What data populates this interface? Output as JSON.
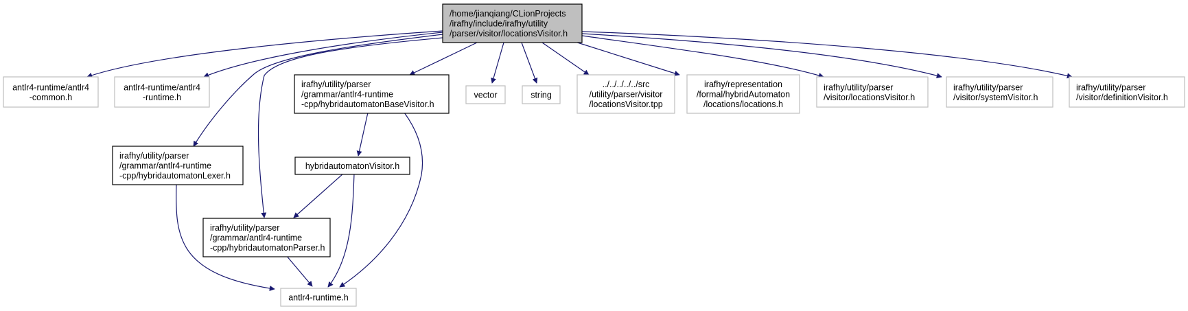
{
  "nodes": {
    "root": {
      "lines": [
        "/home/jianqiang/CLionProjects",
        "/irafhy/include/irafhy/utility",
        "/parser/visitor/locationsVisitor.h"
      ]
    },
    "antlr4_common": {
      "lines": [
        "antlr4-runtime/antlr4",
        "-common.h"
      ]
    },
    "antlr4_runtime_dir": {
      "lines": [
        "antlr4-runtime/antlr4",
        "-runtime.h"
      ]
    },
    "base_visitor": {
      "lines": [
        "irafhy/utility/parser",
        "/grammar/antlr4-runtime",
        "-cpp/hybridautomatonBaseVisitor.h"
      ]
    },
    "vector": {
      "lines": [
        "vector"
      ]
    },
    "string": {
      "lines": [
        "string"
      ]
    },
    "tpp": {
      "lines": [
        "../../../../../src",
        "/utility/parser/visitor",
        "/locationsVisitor.tpp"
      ]
    },
    "locations": {
      "lines": [
        "irafhy/representation",
        "/formal/hybridAutomaton",
        "/locations/locations.h"
      ]
    },
    "loc_visitor": {
      "lines": [
        "irafhy/utility/parser",
        "/visitor/locationsVisitor.h"
      ]
    },
    "sys_visitor": {
      "lines": [
        "irafhy/utility/parser",
        "/visitor/systemVisitor.h"
      ]
    },
    "def_visitor": {
      "lines": [
        "irafhy/utility/parser",
        "/visitor/definitionVisitor.h"
      ]
    },
    "lexer": {
      "lines": [
        "irafhy/utility/parser",
        "/grammar/antlr4-runtime",
        "-cpp/hybridautomatonLexer.h"
      ]
    },
    "visitor": {
      "lines": [
        "hybridautomatonVisitor.h"
      ]
    },
    "parser": {
      "lines": [
        "irafhy/utility/parser",
        "/grammar/antlr4-runtime",
        "-cpp/hybridautomatonParser.h"
      ]
    },
    "antlr4_runtime": {
      "lines": [
        "antlr4-runtime.h"
      ]
    }
  },
  "colors": {
    "edge": "#191970",
    "root_fill": "#bfbfbf",
    "node_fill": "#ffffff",
    "border_documented": "#000000",
    "border_undocumented": "#bfbfbf"
  }
}
